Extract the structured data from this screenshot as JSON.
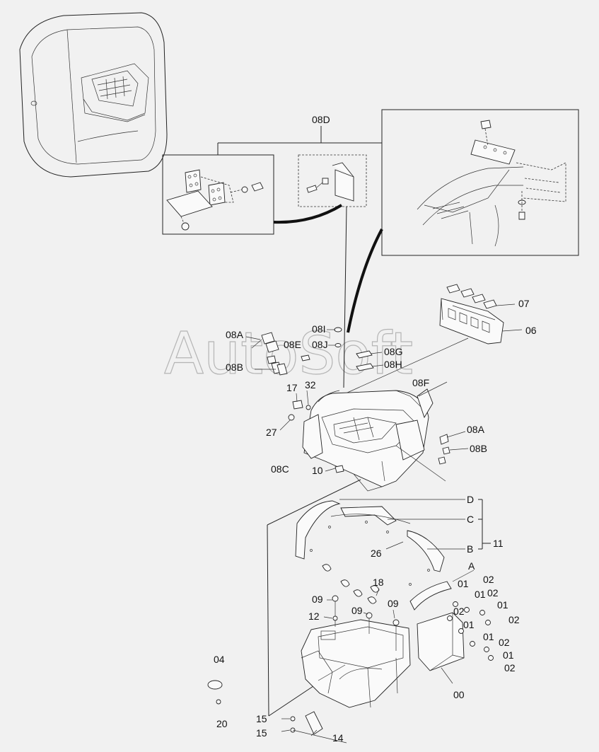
{
  "watermark": "AutoSoft",
  "detail_title": "08D",
  "labels": {
    "p00": "00",
    "p01a": "01",
    "p01b": "01",
    "p01c": "01",
    "p01d": "01",
    "p01e": "01",
    "p02a": "02",
    "p02b": "02",
    "p02c": "02",
    "p02d": "02",
    "p02e": "02",
    "p02f": "02",
    "p04": "04",
    "p06": "06",
    "p07": "07",
    "p08A_top": "08A",
    "p08B_top": "08B",
    "p08A_right": "08A",
    "p08B_right": "08B",
    "p08C": "08C",
    "p08E": "08E",
    "p08F": "08F",
    "p08G": "08G",
    "p08H": "08H",
    "p08I": "08I",
    "p08J": "08J",
    "p09a": "09",
    "p09b": "09",
    "p09c": "09",
    "p10": "10",
    "p11": "11",
    "p12": "12",
    "p14": "14",
    "p15a": "15",
    "p15b": "15",
    "p17": "17",
    "p18": "18",
    "p20": "20",
    "p26": "26",
    "p27": "27",
    "p32": "32",
    "pA": "A",
    "pB": "B",
    "pC": "C",
    "pD": "D"
  }
}
